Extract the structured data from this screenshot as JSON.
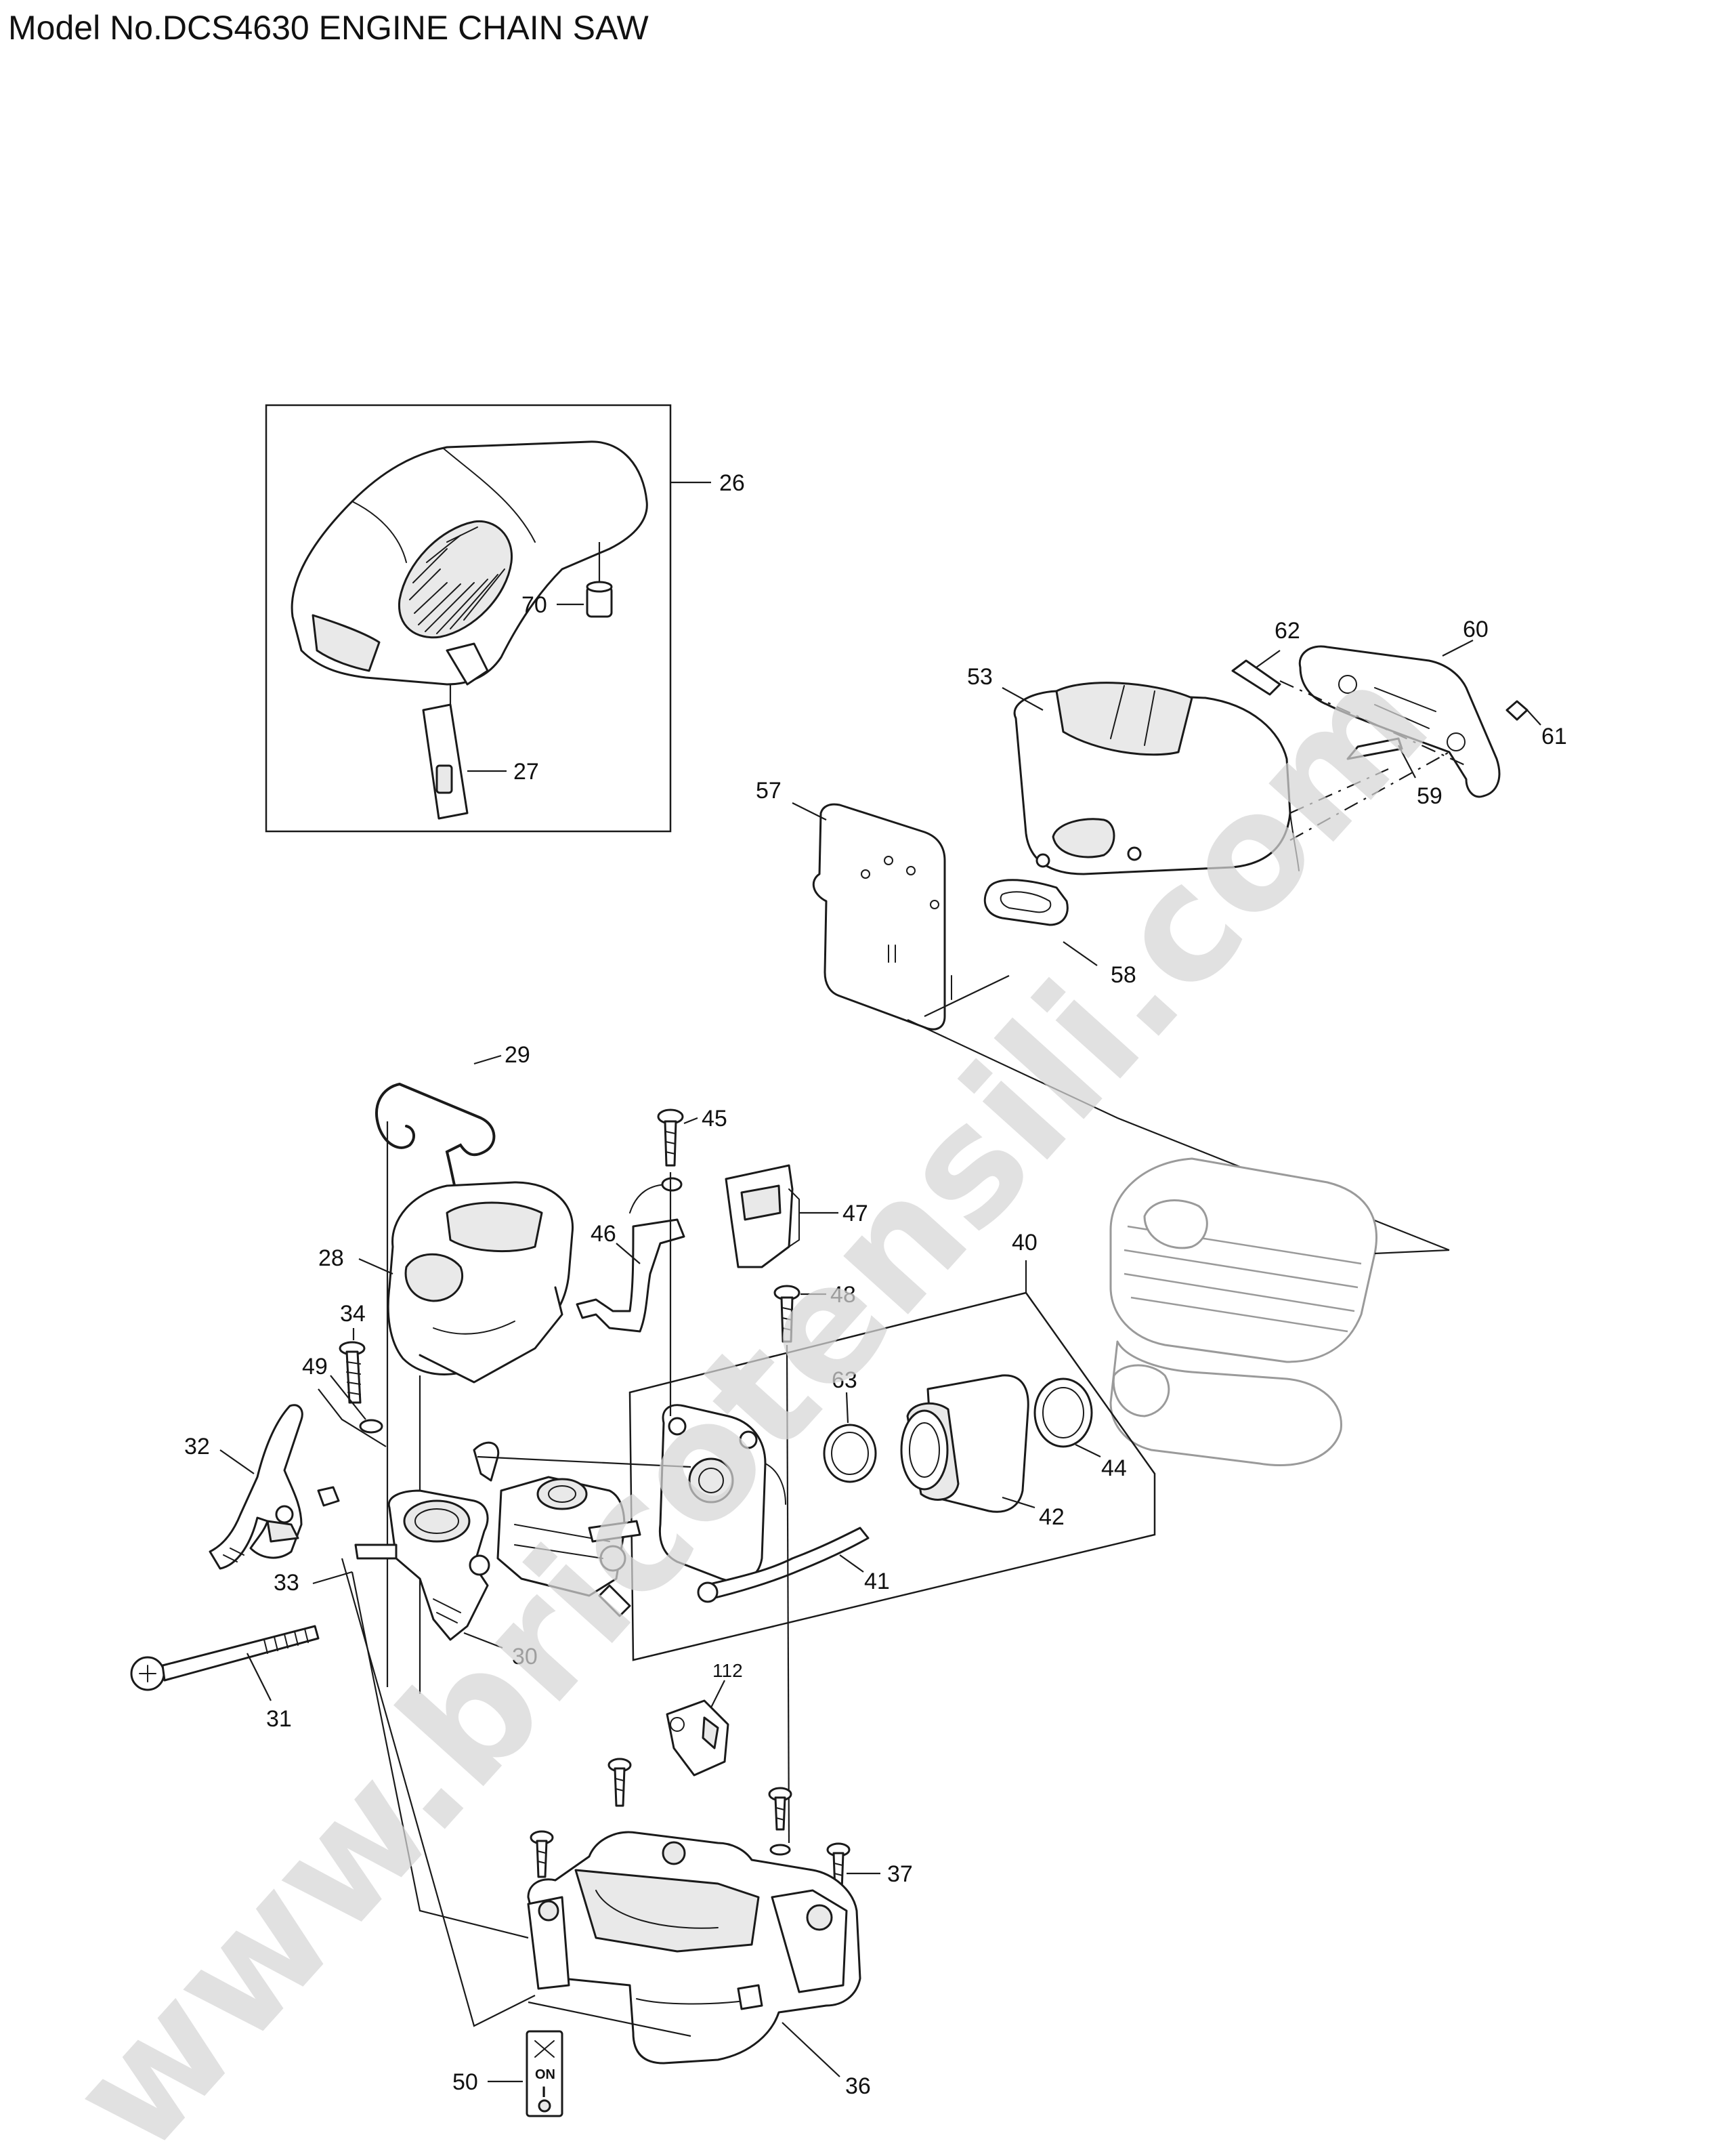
{
  "title": "Model No.DCS4630 ENGINE CHAIN SAW",
  "callouts": {
    "p26": "26",
    "p27": "27",
    "p28": "28",
    "p29": "29",
    "p30": "30",
    "p31": "31",
    "p32": "32",
    "p33": "33",
    "p34": "34",
    "p36": "36",
    "p37": "37",
    "p40": "40",
    "p41": "41",
    "p42": "42",
    "p44": "44",
    "p45": "45",
    "p46": "46",
    "p47": "47",
    "p48": "48",
    "p49": "49",
    "p50": "50",
    "p53": "53",
    "p57": "57",
    "p58": "58",
    "p59": "59",
    "p60": "60",
    "p61": "61",
    "p62": "62",
    "p63": "63",
    "p70": "70",
    "p112": "112"
  },
  "decal": {
    "line1": "ON",
    "line2": "I"
  },
  "watermark": "www.bricotensili.com"
}
